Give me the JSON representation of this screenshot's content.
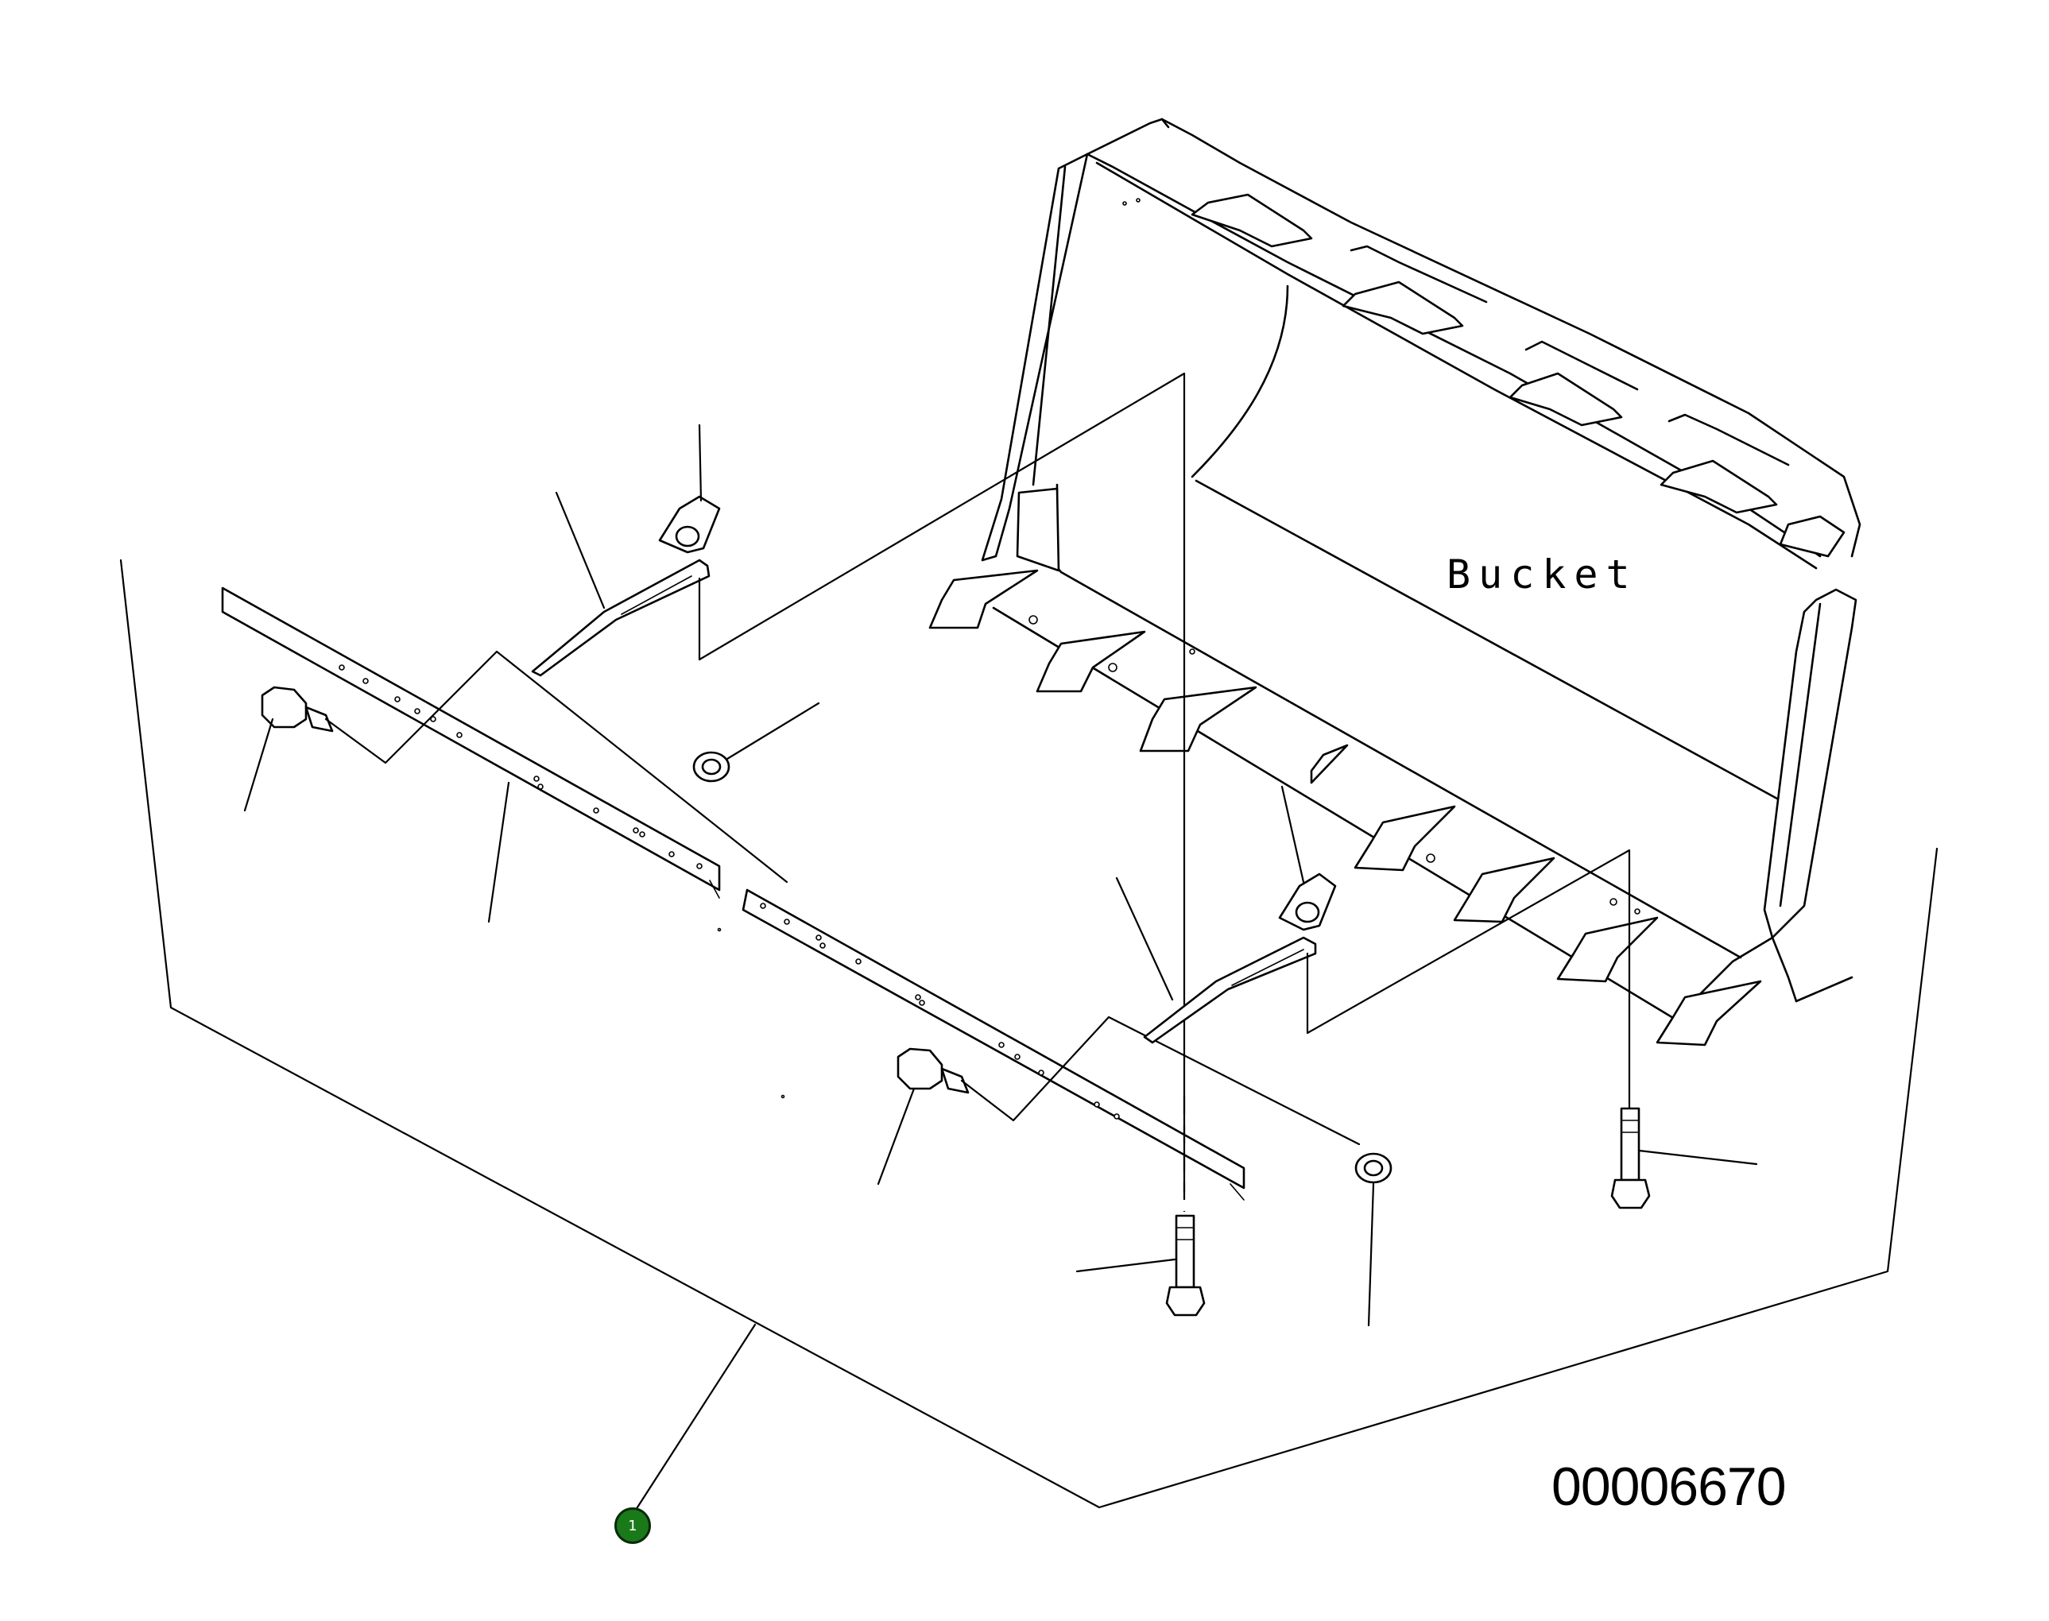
{
  "labels": {
    "bucket": "Bucket",
    "drawing_number": "00006670"
  },
  "callouts": [
    {
      "number": "1",
      "color": "#1a7a1a"
    }
  ]
}
